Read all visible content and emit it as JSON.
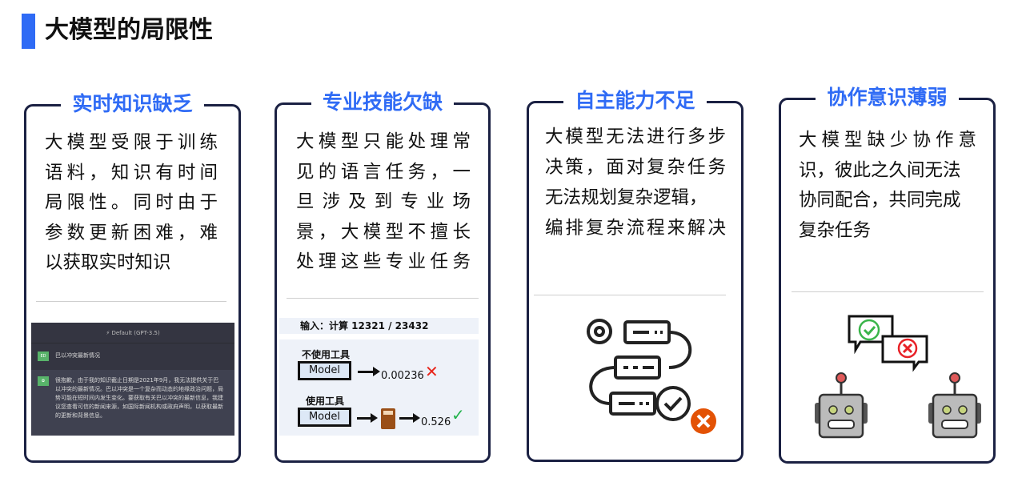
{
  "page": {
    "title": "大模型的局限性"
  },
  "cards": [
    {
      "title": "实时知识缺乏",
      "lines": [
        "大模型受限于训练",
        "语料，知识有时间",
        "局限性。同时由于",
        "参数更新困难，难",
        "以获取实时知识"
      ]
    },
    {
      "title": "专业技能欠缺",
      "lines": [
        "大模型只能处理常",
        "见的语言任务，一",
        "旦涉及到专业场",
        "景，大模型不擅长",
        "处理这些专业任务"
      ]
    },
    {
      "title": "自主能力不足",
      "lines": [
        "大模型无法进行多步",
        "决策，面对复杂任务",
        "无法规划复杂逻辑，",
        "编排复杂流程来解决"
      ]
    },
    {
      "title": "协作意识薄弱",
      "lines": [
        "大模型缺少协作意",
        "识，彼此之久间无法",
        "协同配合，共同完成",
        "复杂任务"
      ]
    }
  ],
  "chat": {
    "header": "⚡ Default (GPT-3.5)",
    "user_avatar": "ED",
    "question": "巴以冲突最新情况",
    "answer": "很抱歉，由于我的知识截止日期是2021年9月，我无法提供关于巴以冲突的最新情况。巴以冲突是一个复杂而动态的地缘政治问题，局势可能在短时间内发生变化。要获取有关巴以冲突的最新信息，我建议您查看可信的新闻来源，如国际新闻机构或政府声明，以获取最新的更新和背景信息。"
  },
  "tool": {
    "input": "输入：计算 12321 / 23432",
    "no_tool_label": "不使用工具",
    "tool_label": "使用工具",
    "model": "Model",
    "wrong_result": "0.00236",
    "right_result": "0.526"
  },
  "colors": {
    "accent": "#2f6bf5",
    "border": "#1b2143"
  }
}
